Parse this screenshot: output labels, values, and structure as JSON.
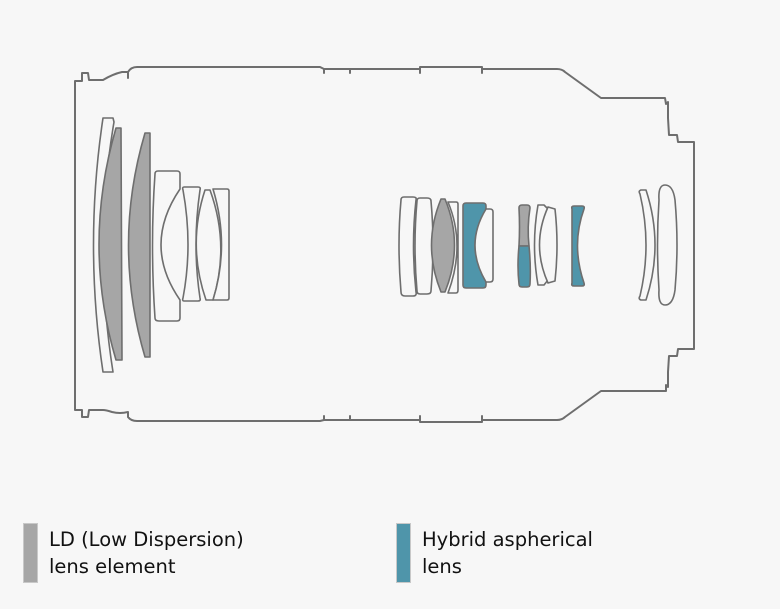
{
  "diagram": {
    "subject": "lens construction cross-section",
    "colors": {
      "outline": "#6e6e6e",
      "ld_fill": "#a6a6a6",
      "hybrid_aspherical_fill": "#4f95aa",
      "plain_fill": "#f7f7f7",
      "background": "#f7f7f7"
    },
    "element_types": [
      "plain",
      "plain",
      "ld",
      "ld",
      "plain",
      "plain",
      "plain",
      "plain",
      "plain",
      "plain",
      "ld",
      "plain",
      "hybrid",
      "plain",
      "ld+hybrid",
      "plain",
      "hybrid",
      "plain",
      "plain"
    ]
  },
  "legend": {
    "items": [
      {
        "key": "ld",
        "line1": "LD (Low Dispersion)",
        "line2": "lens element",
        "color": "#a6a6a6"
      },
      {
        "key": "hybrid",
        "line1": "Hybrid aspherical",
        "line2": "lens",
        "color": "#4f95aa"
      }
    ]
  }
}
